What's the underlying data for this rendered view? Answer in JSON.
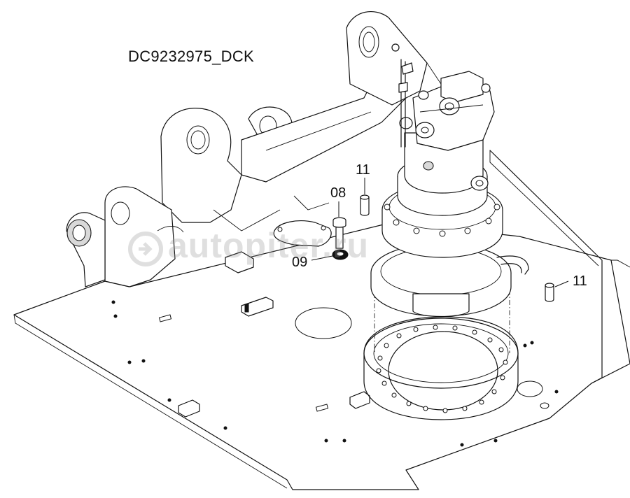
{
  "drawing_code": "DC9232975_DCK",
  "callouts": {
    "bolt": "08",
    "washer": "09",
    "pin_top": "11",
    "pin_right": "11"
  },
  "watermark": "autopiter.ru",
  "colors": {
    "line": "#111111",
    "background": "#ffffff",
    "watermark": "#969696"
  }
}
